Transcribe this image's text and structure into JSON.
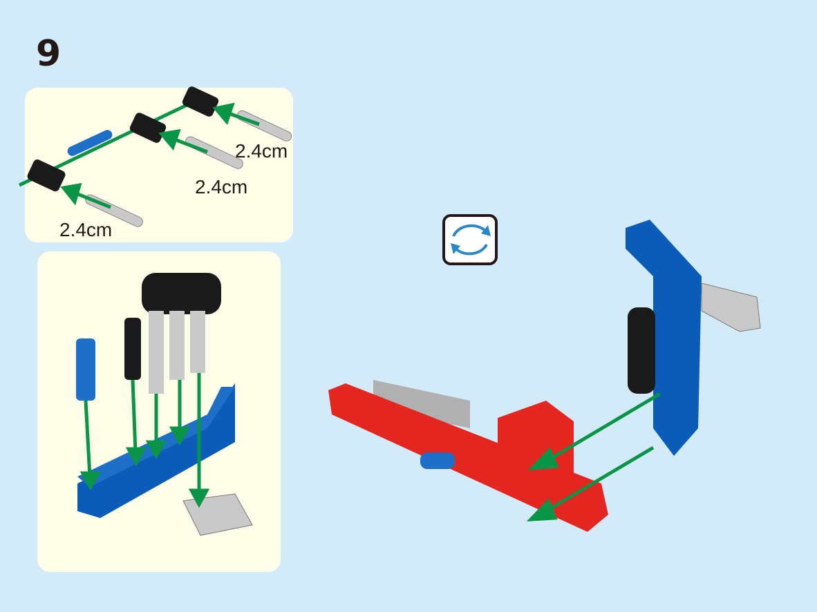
{
  "step_number": "9",
  "subassembly": {
    "pin_labels": [
      "2.4cm",
      "2.4cm",
      "2.4cm"
    ]
  },
  "icons": [
    "rotate-model-icon"
  ],
  "colors": {
    "background": "#d3eaf8",
    "panel": "#fefde8",
    "arrow": "#0a9447",
    "red": "#e3261f",
    "blue": "#0b5cb8",
    "black": "#1a1a1a",
    "gray": "#bfbfbf"
  }
}
